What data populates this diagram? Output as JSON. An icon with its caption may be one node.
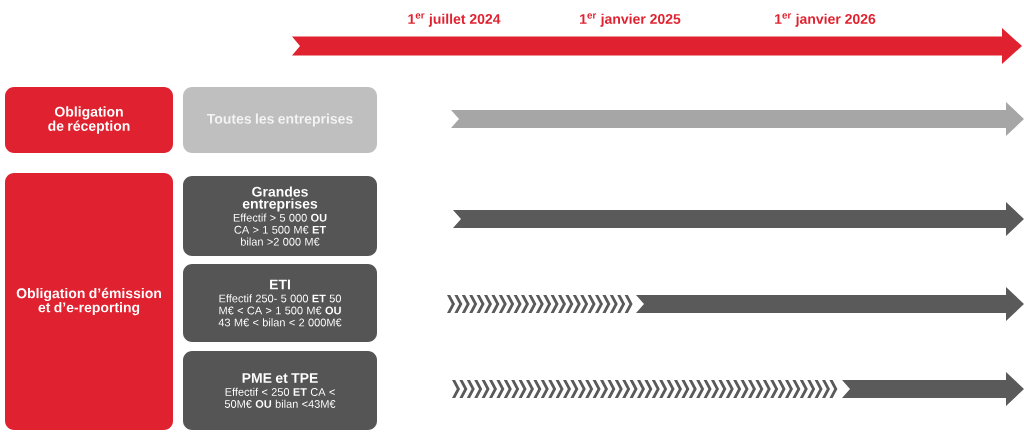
{
  "diagram": {
    "nodes": [
      {
        "text": [
          "Obligation de réception"
        ]
      },
      {
        "text": [
          "Toutes les entreprises"
        ]
      },
      {
        "text": [
          "Obligation d’émission et d’e-reporting"
        ]
      },
      {
        "text": [
          "Grandes entreprises",
          "Effectif > 5 000 **OU** CA > 1 500 M€ **ET** bilan >2 000 M€"
        ]
      },
      {
        "text": [
          "ETI",
          "Effectif 250- 5 000 **ET** 50 M€ < CA > 1 500 M€ **OU** 43 M€ < bilan < 2 000M€"
        ]
      },
      {
        "text": [
          "PME et TPE",
          "Effectif < 250 **ET** CA < 50M€ **OU** bilan <43M€"
        ]
      }
    ],
    "labels": [
      "1$^{er}$ juillet 2024",
      "1$^{er}$ janvier 2025",
      "1$^{er}$ janvier 2026"
    ]
  }
}
